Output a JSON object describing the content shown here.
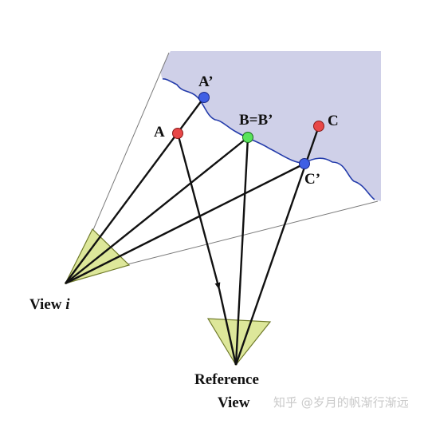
{
  "labels": {
    "a_prime": "A’",
    "a": "A",
    "b_eq": "B=B’",
    "c": "C",
    "c_prime": "C’",
    "view_i_prefix": "View ",
    "view_i_suffix": "i",
    "reference_line1": "Reference",
    "reference_line2": "View"
  },
  "watermark": "知乎 @岁月的帆渐行渐远",
  "colors": {
    "surface_fill": "#cfd0e8",
    "surface_edge": "#243cab",
    "frustum_fill": "#dde79a",
    "frustum_stroke": "#6f7a2a",
    "ray": "#111111",
    "point_red": "#e84848",
    "point_blue": "#3f5fe4",
    "point_green": "#58e45a",
    "fov_line": "#7a7a7a"
  }
}
